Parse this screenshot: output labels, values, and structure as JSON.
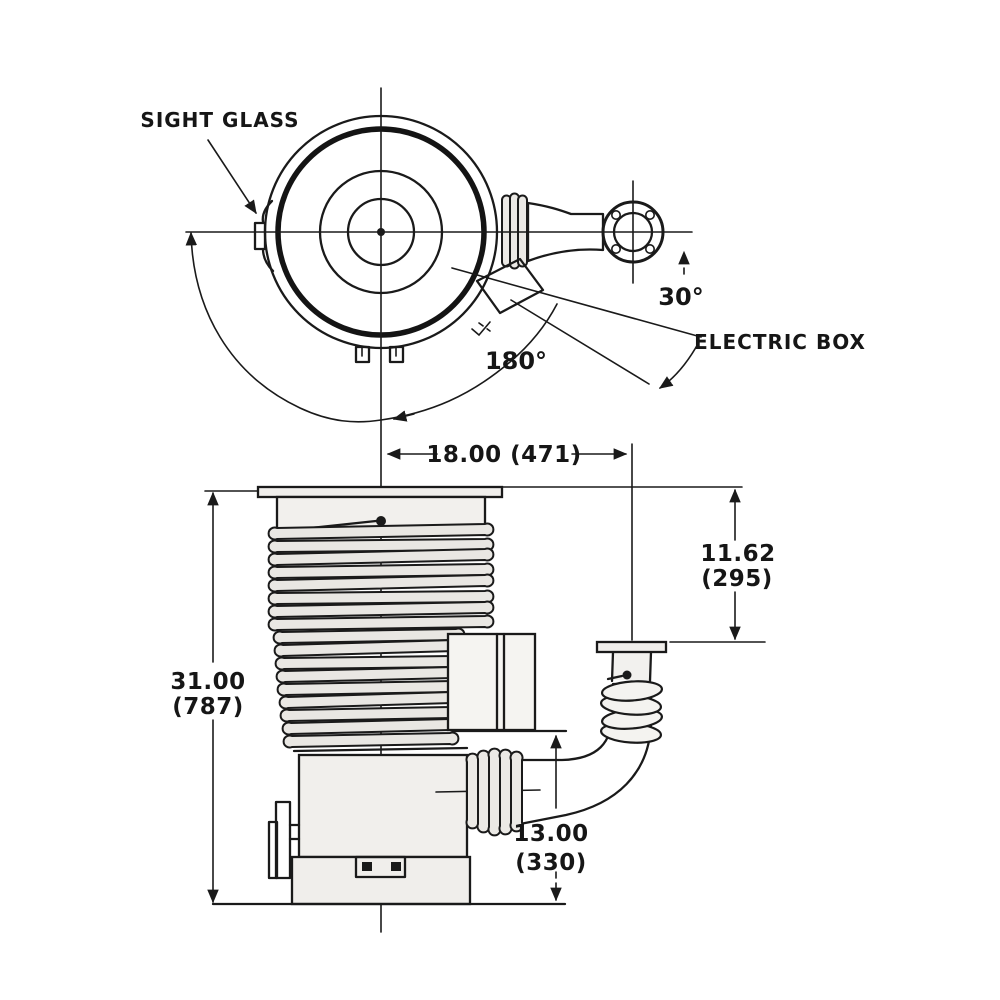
{
  "drawing": {
    "type": "technical-dimension-drawing",
    "views": {
      "top_view": "pump plan view with rotatable side port",
      "front_view": "pump elevation with bellows body and elbow hose"
    },
    "labels": {
      "sight_glass": "SIGHT GLASS",
      "electric_box": "ELECTRIC BOX"
    },
    "angles": {
      "port_rotation": "30°",
      "swing_range": "180°"
    },
    "dimensions": {
      "port_offset_width": "18.00 (471)",
      "overall_height_in": "31.00",
      "overall_height_mm": "(787)",
      "flange_to_port_drop_in": "11.62",
      "flange_to_port_drop_mm": "(295)",
      "base_to_hose_height_in": "13.00",
      "base_to_hose_height_mm": "(330)"
    },
    "colors": {
      "ink": "#1a1a1a",
      "background": "#ffffff",
      "fill_light_gray": "#f0eeeb"
    }
  }
}
